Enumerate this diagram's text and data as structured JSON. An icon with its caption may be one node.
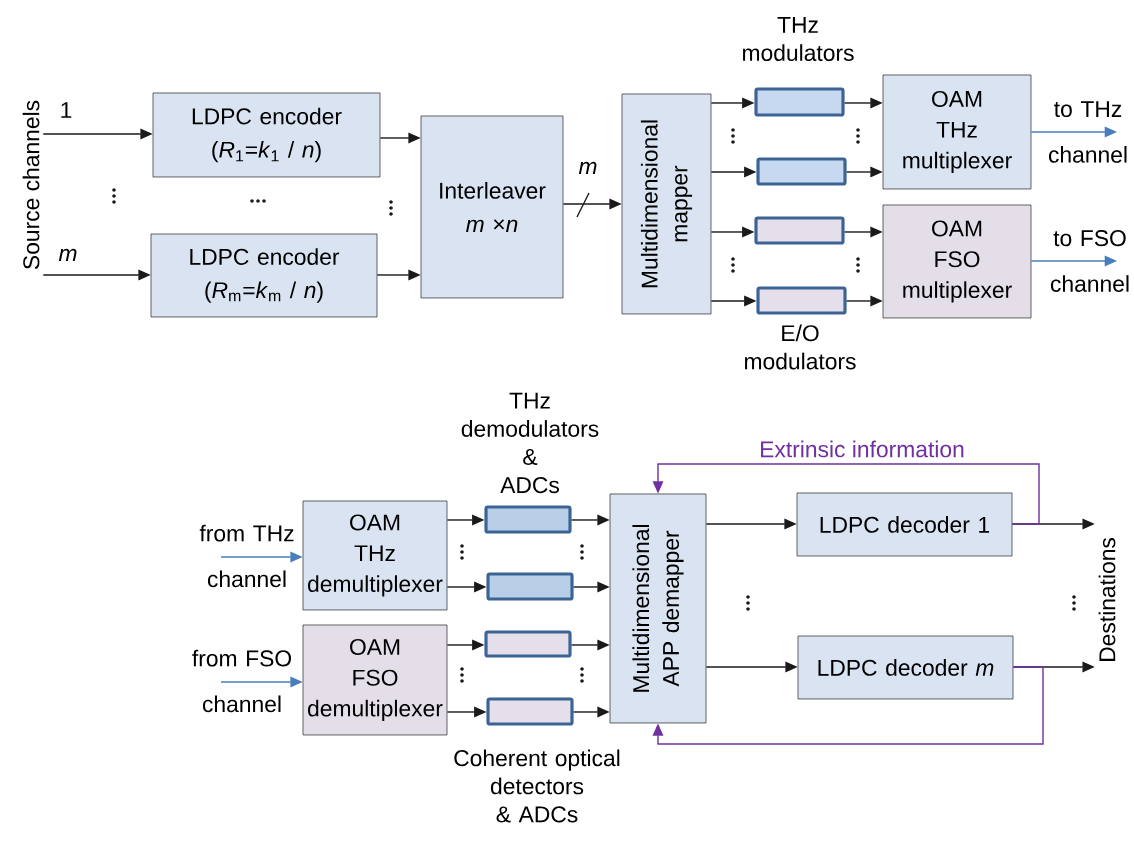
{
  "diagram": {
    "nodes": [
      {
        "text": [
          "Source channels"
        ]
      },
      {
        "text": [
          "LDPC encoder",
          "(*R*$_{1}$=*k*$_{1}$ / *n*)"
        ]
      },
      {
        "text": [
          "LDPC encoder",
          "(*R*$_{m}$=*k*$_{m}$ / *n*)"
        ]
      },
      {
        "text": [
          "Interleaver",
          "*m* ×*n*"
        ]
      },
      {
        "text": [
          "Multidimensional mapper"
        ]
      },
      {
        "text": [],
        "shape": "box"
      },
      {
        "text": [],
        "shape": "box"
      },
      {
        "text": [],
        "shape": "box"
      },
      {
        "text": [],
        "shape": "box"
      },
      {
        "text": [
          "OAM THz multiplexer"
        ]
      },
      {
        "text": [
          "OAM FSO multiplexer"
        ]
      },
      {
        "text": [
          "OAM THz demultiplexer"
        ]
      },
      {
        "text": [
          "OAM FSO demultiplexer"
        ]
      },
      {
        "text": [],
        "shape": "box"
      },
      {
        "text": [],
        "shape": "box"
      },
      {
        "text": [],
        "shape": "box"
      },
      {
        "text": [],
        "shape": "box"
      },
      {
        "text": [
          "Multidimensional APP demapper"
        ]
      },
      {
        "text": [
          "LDPC decoder 1"
        ]
      },
      {
        "text": [
          "LDPC decoder *m*"
        ]
      },
      {
        "text": [
          "Destinations"
        ]
      }
    ],
    "edges": [
      {
        "from": 0,
        "to": 1,
        "arrow": "to",
        "label": "1"
      },
      {
        "from": 0,
        "to": 2,
        "arrow": "to",
        "label": "*m*"
      },
      {
        "from": 1,
        "to": 3,
        "arrow": "to"
      },
      {
        "from": 2,
        "to": 3,
        "arrow": "to"
      },
      {
        "from": 3,
        "to": 4,
        "arrow": "to",
        "label": "*m*"
      },
      {
        "from": 4,
        "to": 5,
        "arrow": "to"
      },
      {
        "from": 4,
        "to": 6,
        "arrow": "to"
      },
      {
        "from": 4,
        "to": 7,
        "arrow": "to"
      },
      {
        "from": 4,
        "to": 8,
        "arrow": "to"
      },
      {
        "from": 5,
        "to": 9,
        "arrow": "to"
      },
      {
        "from": 6,
        "to": 9,
        "arrow": "to"
      },
      {
        "from": 7,
        "to": 10,
        "arrow": "to"
      },
      {
        "from": 8,
        "to": 10,
        "arrow": "to"
      },
      {
        "from": 9,
        "to": null,
        "arrow": "to",
        "label": "to THz channel",
        "color": "#4a7ebb"
      },
      {
        "from": 10,
        "to": null,
        "arrow": "to",
        "label": "to FSO channel",
        "color": "#4a7ebb"
      },
      {
        "from": null,
        "to": 11,
        "arrow": "to",
        "label": "from THz channel",
        "color": "#4a7ebb"
      },
      {
        "from": null,
        "to": 12,
        "arrow": "to",
        "label": "from FSO channel",
        "color": "#4a7ebb"
      },
      {
        "from": 11,
        "to": 13,
        "arrow": "to"
      },
      {
        "from": 11,
        "to": 14,
        "arrow": "to"
      },
      {
        "from": 12,
        "to": 15,
        "arrow": "to"
      },
      {
        "from": 12,
        "to": 16,
        "arrow": "to"
      },
      {
        "from": 13,
        "to": 17,
        "arrow": "to"
      },
      {
        "from": 14,
        "to": 17,
        "arrow": "to"
      },
      {
        "from": 15,
        "to": 17,
        "arrow": "to"
      },
      {
        "from": 16,
        "to": 17,
        "arrow": "to"
      },
      {
        "from": 17,
        "to": 18,
        "arrow": "to"
      },
      {
        "from": 17,
        "to": 19,
        "arrow": "to"
      },
      {
        "from": 18,
        "to": 20,
        "arrow": "to"
      },
      {
        "from": 19,
        "to": 20,
        "arrow": "to"
      },
      {
        "from": 18,
        "to": 17,
        "arrow": "to",
        "label": "Extrinsic information",
        "color": "#7030a0"
      },
      {
        "from": 19,
        "to": 17,
        "arrow": "to",
        "color": "#7030a0"
      }
    ],
    "labels": [
      "THz modulators",
      "E/O modulators",
      "THz demodulators & ADCs",
      "Coherent optical detectors & ADCs"
    ]
  }
}
